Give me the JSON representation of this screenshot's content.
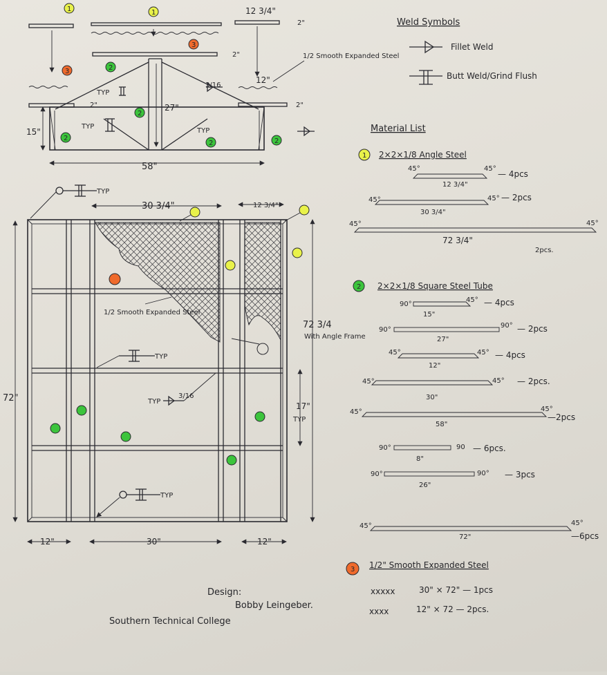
{
  "colors": {
    "ink": "#2a2a30",
    "callout_yellow": "#e9f24a",
    "callout_green": "#3cc43c",
    "callout_orange": "#ef6a2c",
    "paper": "#e6e3dc"
  },
  "weld_symbols": {
    "title": "Weld Symbols",
    "items": [
      {
        "label": "Fillet Weld",
        "icon": "fillet-weld-icon"
      },
      {
        "label": "Butt Weld/Grind Flush",
        "icon": "butt-weld-icon"
      }
    ]
  },
  "material_list": {
    "title": "Material List",
    "sections": [
      {
        "callout": "1",
        "callout_color": "yellow",
        "title": "2×2×1/8 Angle Steel",
        "pieces": [
          {
            "left_angle": "45°",
            "length": "12 3/4\"",
            "right_angle": "45°",
            "qty": "— 4pcs"
          },
          {
            "left_angle": "45°",
            "length": "30 3/4\"",
            "right_angle": "45°",
            "qty": "— 2pcs"
          },
          {
            "left_angle": "45°",
            "length": "72 3/4\"",
            "right_angle": "45°",
            "qty": "2pcs."
          }
        ]
      },
      {
        "callout": "2",
        "callout_color": "green",
        "title": "2×2×1/8 Square Steel Tube",
        "pieces": [
          {
            "left_angle": "90°",
            "length": "15\"",
            "right_angle": "45°",
            "qty": "— 4pcs"
          },
          {
            "left_angle": "90°",
            "length": "27\"",
            "right_angle": "90°",
            "qty": "— 2pcs"
          },
          {
            "left_angle": "45°",
            "length": "12\"",
            "right_angle": "45°",
            "qty": "— 4pcs"
          },
          {
            "left_angle": "45°",
            "length": "30\"",
            "right_angle": "45°",
            "qty": "— 2pcs."
          },
          {
            "left_angle": "45°",
            "length": "58\"",
            "right_angle": "45°",
            "qty": "—2pcs"
          },
          {
            "left_angle": "90°",
            "length": "8\"",
            "right_angle": "90",
            "qty": "— 6pcs."
          },
          {
            "left_angle": "90°",
            "length": "26\"",
            "right_angle": "90°",
            "qty": "— 3pcs"
          },
          {
            "left_angle": "45°",
            "length": "72\"",
            "right_angle": "45°",
            "qty": "—6pcs"
          }
        ]
      },
      {
        "callout": "3",
        "callout_color": "orange",
        "title": "1/2\" Smooth Expanded Steel",
        "pieces": [
          {
            "mark": "xxxxx",
            "size": "30\" × 72\" — 1pcs"
          },
          {
            "mark": "xxxx",
            "size": "12\" × 72 — 2pcs."
          }
        ]
      }
    ]
  },
  "top_view": {
    "dims": {
      "top_small": "12 3/4\"",
      "top_gap": "2\"",
      "mid_gap": "2\"",
      "expanded_label": "1/2 Smooth Expanded Steel",
      "side_twelve": "12\"",
      "right_gap": "2\"",
      "left_gap": "2\"",
      "leg_height": "15\"",
      "center_height": "27\"",
      "overall_width": "58\"",
      "weld_size": "3/16",
      "typ": "TYP"
    },
    "callouts": [
      "1",
      "1",
      "3",
      "3",
      "2",
      "2",
      "2",
      "2",
      "2"
    ]
  },
  "front_view": {
    "dims": {
      "top_width": "30 3/4\"",
      "top_right_width": "12 3/4\"",
      "height": "72\"",
      "angle_frame": "72 3/4",
      "angle_frame_note": "With Angle Frame",
      "spacing": "17\"",
      "typ": "TYP",
      "bottom_left": "12\"",
      "bottom_center": "30\"",
      "bottom_right": "12\"",
      "expanded_label": "1/2 Smooth Expanded Steel",
      "weld_size": "3/16"
    }
  },
  "design": {
    "label": "Design:",
    "name": "Bobby Leingeber.",
    "school": "Southern Technical College"
  }
}
